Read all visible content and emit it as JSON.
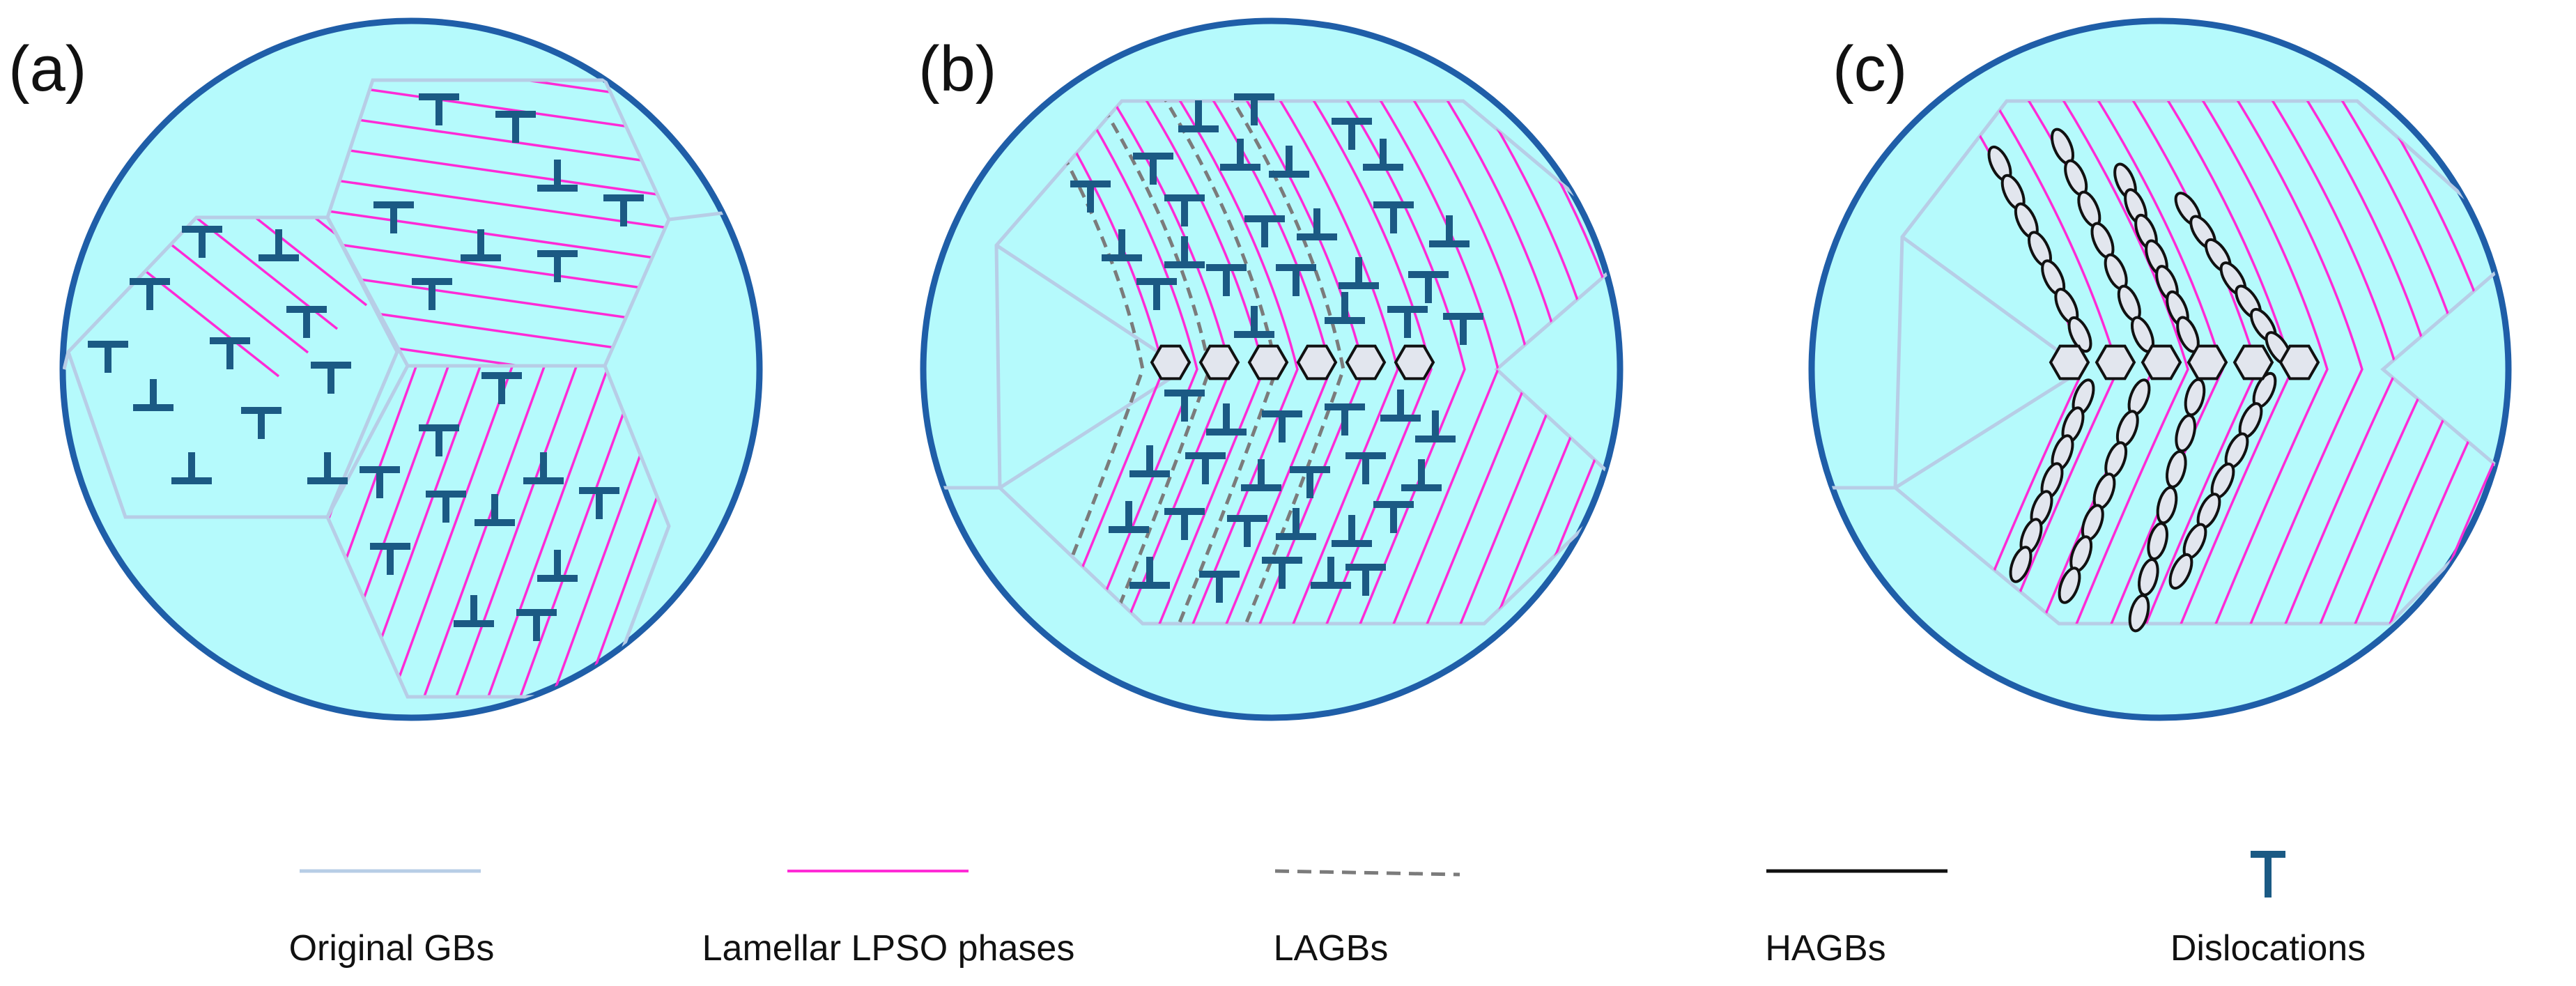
{
  "panels": [
    {
      "label": "(a)"
    },
    {
      "label": "(b)"
    },
    {
      "label": "(c)"
    }
  ],
  "legend": [
    {
      "label": "Original GBs",
      "style": "original-gb"
    },
    {
      "label": "Lamellar LPSO phases",
      "style": "lpso"
    },
    {
      "label": "LAGBs",
      "style": "lagb"
    },
    {
      "label": "HAGBs",
      "style": "hagb"
    },
    {
      "label": "Dislocations",
      "style": "dislocation"
    }
  ],
  "dislocation_symbols": {
    "up": "T",
    "down": "⊥"
  },
  "colors": {
    "grain_fill": "#b5fafc",
    "circle_border": "#1f5ea8",
    "original_gb": "#b7cde6",
    "lpso": "#ff2bd6",
    "lagb": "#7b7b7b",
    "hagb": "#111111",
    "dislocation": "#1b5a84",
    "new_grain_fill": "#e2e6ee"
  }
}
